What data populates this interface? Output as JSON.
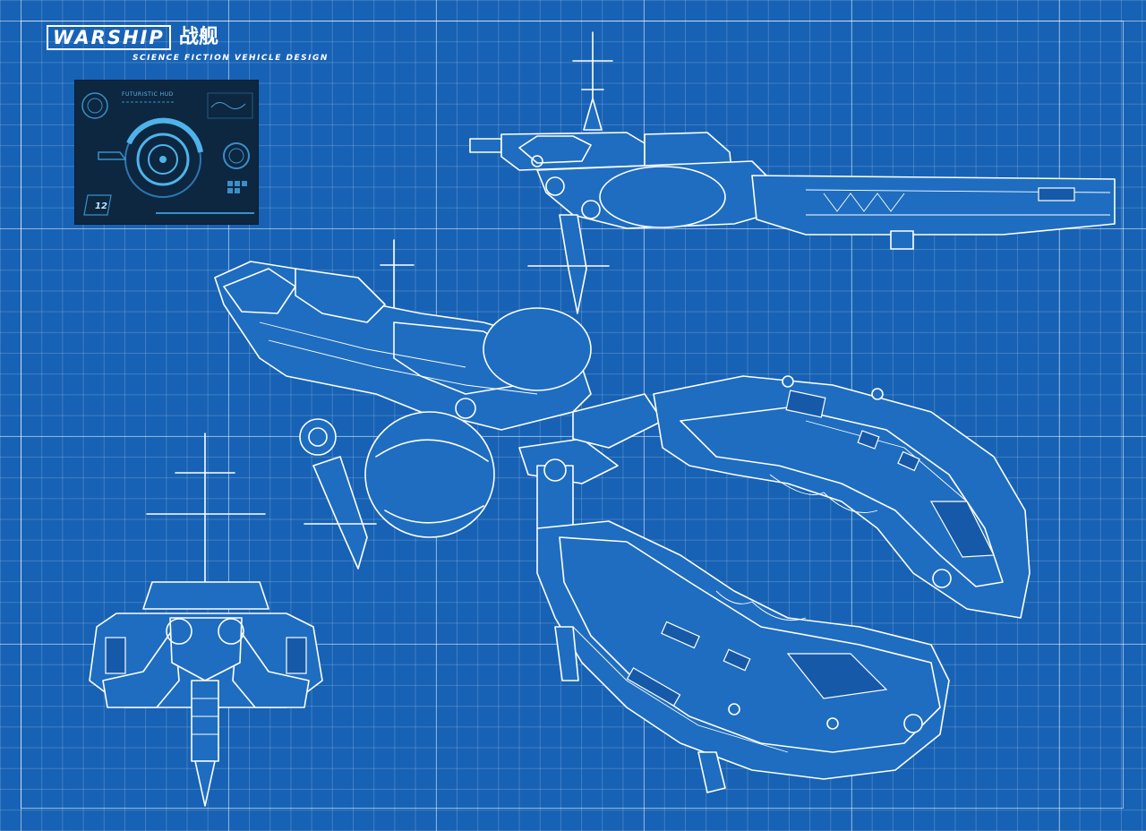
{
  "title": {
    "en": "WARSHIP",
    "cn": "战舰",
    "subtitle": "SCIENCE FICTION VEHICLE DESIGN"
  },
  "hud": {
    "label": "FUTURISTIC HUD",
    "number": "12"
  },
  "colors": {
    "background": "#1762b5",
    "grid_major": "#ffffff",
    "hud_panel": "#0d2740",
    "hud_accent": "#5fb8ea"
  }
}
